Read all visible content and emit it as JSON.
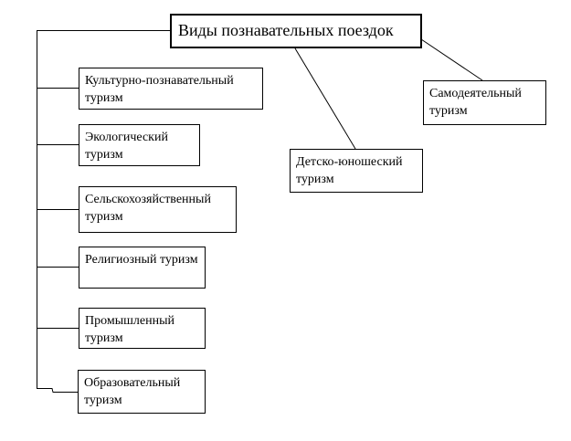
{
  "diagram": {
    "colors": {
      "line": "#000000",
      "box_border": "#000000",
      "box_fill": "#ffffff",
      "text": "#000000"
    },
    "nodes": {
      "root": {
        "label": "Виды познавательных поездок"
      },
      "cultural": {
        "label": "Культурно-познавательный туризм"
      },
      "ecological": {
        "label": "Экологический туризм"
      },
      "agricultural": {
        "label": "Сельскохозяйственный туризм"
      },
      "religious": {
        "label": "Религиозный туризм"
      },
      "industrial": {
        "label": "Промышленный туризм"
      },
      "educational": {
        "label": "Образовательный туризм"
      },
      "amateur": {
        "label": "Самодеятельный туризм"
      },
      "youth": {
        "label": "Детско-юношеский туризм"
      }
    },
    "edges": [
      {
        "from": "root",
        "to": "cultural"
      },
      {
        "from": "root",
        "to": "ecological"
      },
      {
        "from": "root",
        "to": "agricultural"
      },
      {
        "from": "root",
        "to": "religious"
      },
      {
        "from": "root",
        "to": "industrial"
      },
      {
        "from": "root",
        "to": "educational"
      },
      {
        "from": "root",
        "to": "youth"
      },
      {
        "from": "root",
        "to": "amateur"
      }
    ]
  }
}
